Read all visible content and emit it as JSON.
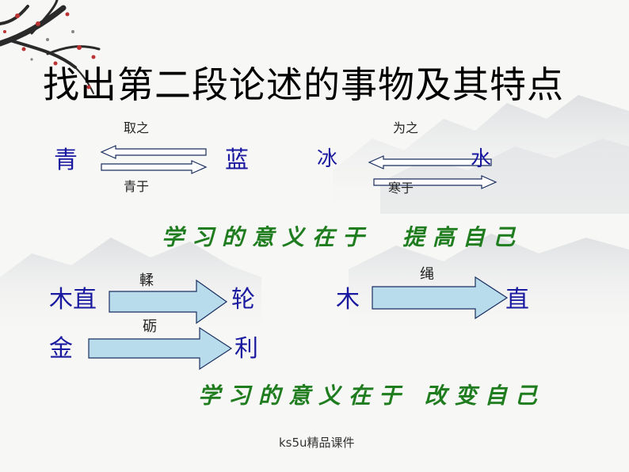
{
  "slide": {
    "title": "找出第二段论述的事物及其特点",
    "row1": {
      "left": {
        "label_top": "取之",
        "label_bottom": "青于",
        "from": "青",
        "to": "蓝"
      },
      "right": {
        "label_top": "为之",
        "label_bottom": "寒于",
        "from": "冰",
        "to": "水"
      }
    },
    "conclusion1": "学习的意义在于　提高自己",
    "row2": {
      "a": {
        "label": "輮",
        "from": "木直",
        "to": "轮"
      },
      "b": {
        "label": "绳",
        "from": "木",
        "to": "直"
      },
      "c": {
        "label": "砺",
        "from": "金",
        "to": "利"
      }
    },
    "conclusion2": "学习的意义在于 改变自己",
    "footer": "ks5u精品课件"
  },
  "colors": {
    "text_blue": "#1a1aa0",
    "conclusion_green": "#1f7d1f",
    "arrow_fill": "#b8dcec",
    "arrow_stroke": "#1a2f60"
  }
}
